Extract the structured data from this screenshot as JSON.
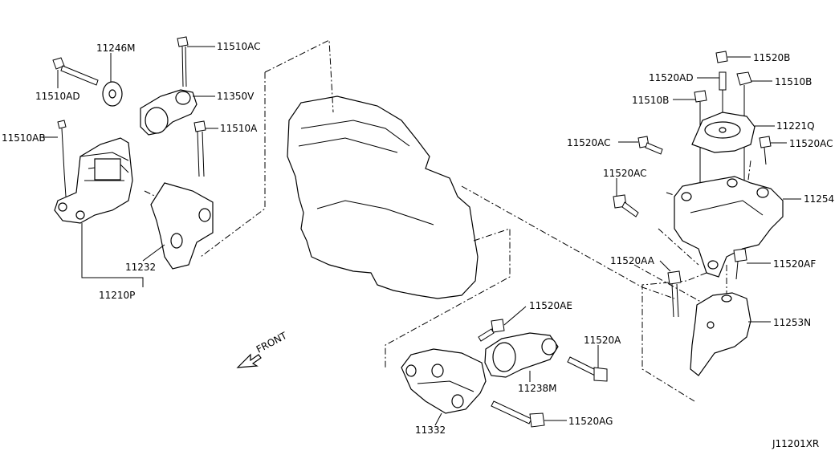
{
  "labels": {
    "p11246M": "11246M",
    "p11510AC": "11510AC",
    "p11510AD": "11510AD",
    "p11350V": "11350V",
    "p11510AB": "11510AB",
    "p11510A": "11510A",
    "p11232": "11232",
    "p11210P": "11210P",
    "p11520B": "11520B",
    "p11520AD": "11520AD",
    "p11510B_right": "11510B",
    "p11510B_left": "11510B",
    "p11221Q": "11221Q",
    "p11520AC_r1": "11520AC",
    "p11520AC_r2": "11520AC",
    "p11520AC_r3": "11520AC",
    "p11254": "11254",
    "p11520AA": "11520AA",
    "p11520AF": "11520AF",
    "p11253N": "11253N",
    "p11520AE": "11520AE",
    "p11520A": "11520A",
    "p11238M": "11238M",
    "p11520AG": "11520AG",
    "p11332": "11332"
  },
  "front_label": "FRONT",
  "diagram_id": "J11201XR"
}
